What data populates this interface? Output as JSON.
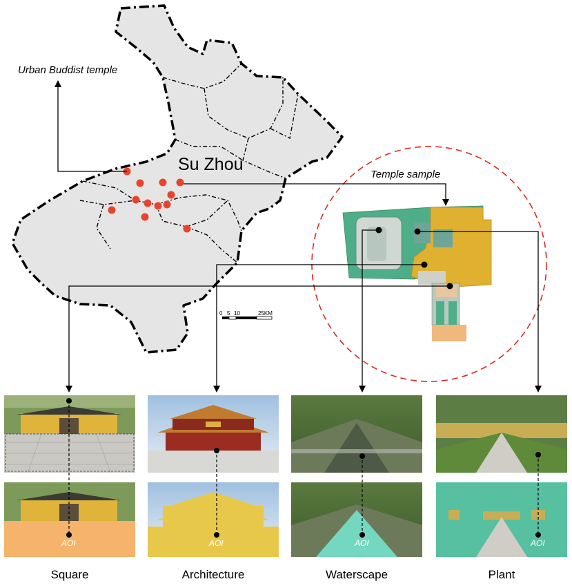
{
  "labels": {
    "urban_temple": "Urban Buddist temple",
    "city": "Su Zhou",
    "temple_sample": "Temple sample",
    "aoi": "AOI"
  },
  "scale_bar": {
    "ticks": [
      "0",
      "5",
      "10",
      "25KM"
    ]
  },
  "panels": [
    {
      "caption": "Square"
    },
    {
      "caption": "Architecture"
    },
    {
      "caption": "Waterscape"
    },
    {
      "caption": "Plant"
    }
  ],
  "colors": {
    "map_fill": "#e4e5e4",
    "temple_dot": "#e8442d",
    "sample_ring": "#e0271e",
    "green_area": "#4fae8a",
    "building_area": "#e0b030",
    "square_overlay": "#f5b36b",
    "architecture_overlay": "#e8c84a",
    "water_overlay": "#74d7c0",
    "plant_overlay": "#56c0a0"
  }
}
